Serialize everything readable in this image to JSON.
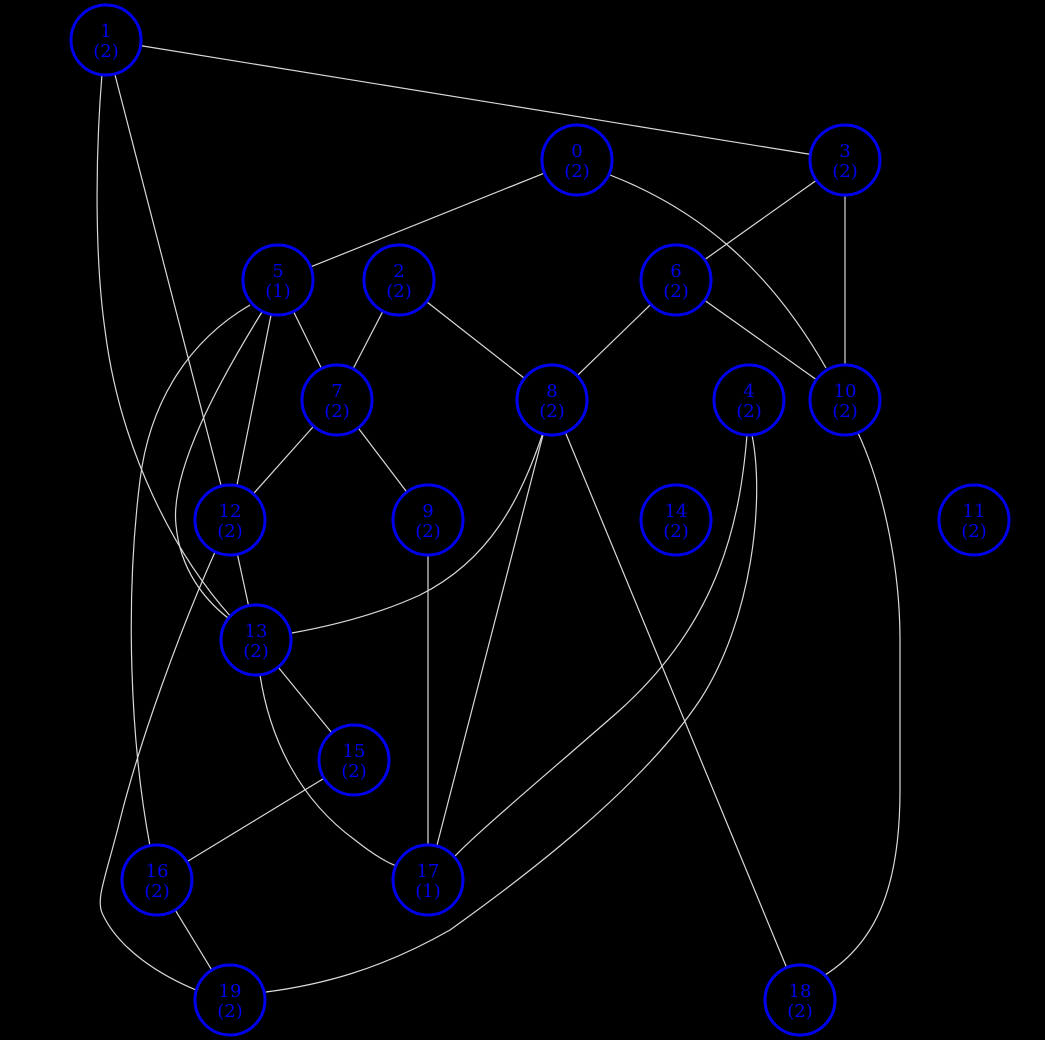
{
  "colors": {
    "background": "#000000",
    "node_stroke": "#0000ee",
    "node_text": "#0000ee",
    "edge": "#d9d9d9"
  },
  "nodes": [
    {
      "id": "1",
      "weight": "(2)"
    },
    {
      "id": "0",
      "weight": "(2)"
    },
    {
      "id": "3",
      "weight": "(2)"
    },
    {
      "id": "5",
      "weight": "(1)"
    },
    {
      "id": "2",
      "weight": "(2)"
    },
    {
      "id": "6",
      "weight": "(2)"
    },
    {
      "id": "7",
      "weight": "(2)"
    },
    {
      "id": "8",
      "weight": "(2)"
    },
    {
      "id": "4",
      "weight": "(2)"
    },
    {
      "id": "10",
      "weight": "(2)"
    },
    {
      "id": "12",
      "weight": "(2)"
    },
    {
      "id": "9",
      "weight": "(2)"
    },
    {
      "id": "14",
      "weight": "(2)"
    },
    {
      "id": "11",
      "weight": "(2)"
    },
    {
      "id": "13",
      "weight": "(2)"
    },
    {
      "id": "15",
      "weight": "(2)"
    },
    {
      "id": "16",
      "weight": "(2)"
    },
    {
      "id": "17",
      "weight": "(1)"
    },
    {
      "id": "19",
      "weight": "(2)"
    },
    {
      "id": "18",
      "weight": "(2)"
    }
  ],
  "edges": [
    {
      "from": "1",
      "to": "3"
    },
    {
      "from": "1",
      "to": "12"
    },
    {
      "from": "1",
      "to": "13"
    },
    {
      "from": "0",
      "to": "5"
    },
    {
      "from": "0",
      "to": "10"
    },
    {
      "from": "3",
      "to": "6"
    },
    {
      "from": "3",
      "to": "10"
    },
    {
      "from": "5",
      "to": "7"
    },
    {
      "from": "5",
      "to": "12"
    },
    {
      "from": "5",
      "to": "13"
    },
    {
      "from": "5",
      "to": "16"
    },
    {
      "from": "2",
      "to": "7"
    },
    {
      "from": "2",
      "to": "8"
    },
    {
      "from": "6",
      "to": "8"
    },
    {
      "from": "6",
      "to": "10"
    },
    {
      "from": "7",
      "to": "12"
    },
    {
      "from": "7",
      "to": "9"
    },
    {
      "from": "8",
      "to": "13"
    },
    {
      "from": "8",
      "to": "17"
    },
    {
      "from": "8",
      "to": "18"
    },
    {
      "from": "4",
      "to": "17"
    },
    {
      "from": "4",
      "to": "19"
    },
    {
      "from": "10",
      "to": "18"
    },
    {
      "from": "12",
      "to": "13"
    },
    {
      "from": "12",
      "to": "19"
    },
    {
      "from": "9",
      "to": "17"
    },
    {
      "from": "13",
      "to": "15"
    },
    {
      "from": "13",
      "to": "17"
    },
    {
      "from": "15",
      "to": "16"
    },
    {
      "from": "16",
      "to": "19"
    }
  ]
}
